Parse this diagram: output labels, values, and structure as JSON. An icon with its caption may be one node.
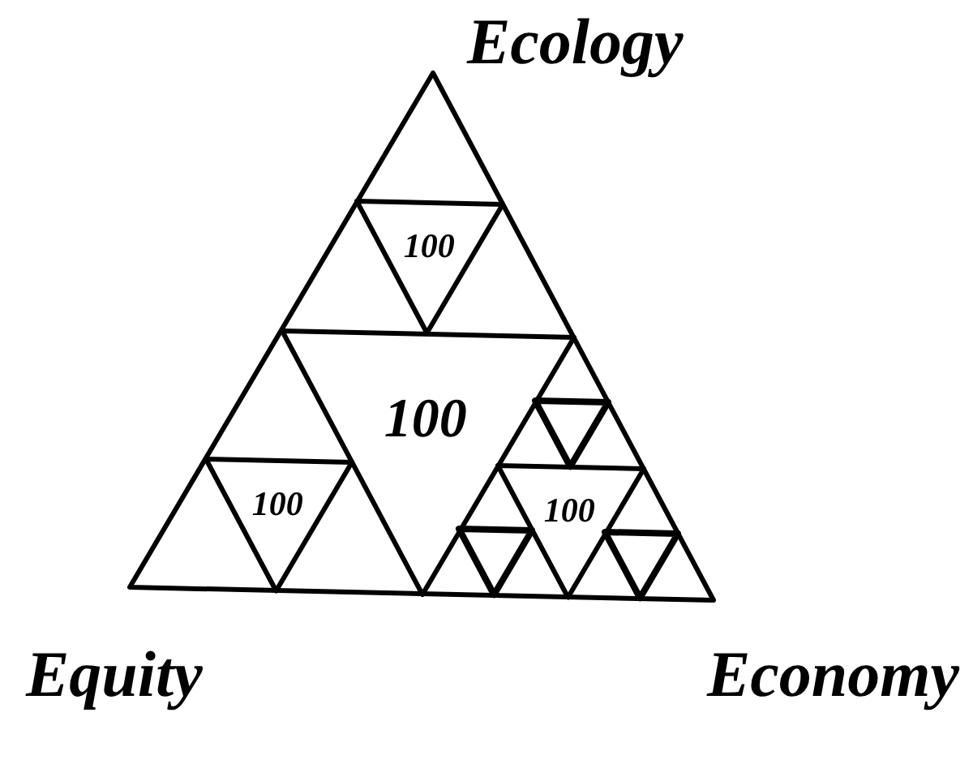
{
  "diagram": {
    "nodes": [
      {
        "text": [],
        "shape": "triangle",
        "beside": [
          "Ecology",
          "Equity",
          "Economy"
        ]
      },
      {
        "text": [
          "100"
        ],
        "in": 0
      },
      {
        "text": [
          "100"
        ],
        "in": 0
      },
      {
        "text": [
          "100"
        ],
        "in": 0
      },
      {
        "text": [
          "100"
        ],
        "in": 0
      },
      {
        "text": [],
        "shape": "triangle",
        "in": 0
      },
      {
        "text": [],
        "shape": "triangle",
        "in": 0
      },
      {
        "text": [],
        "shape": "triangle",
        "in": 0
      }
    ]
  }
}
